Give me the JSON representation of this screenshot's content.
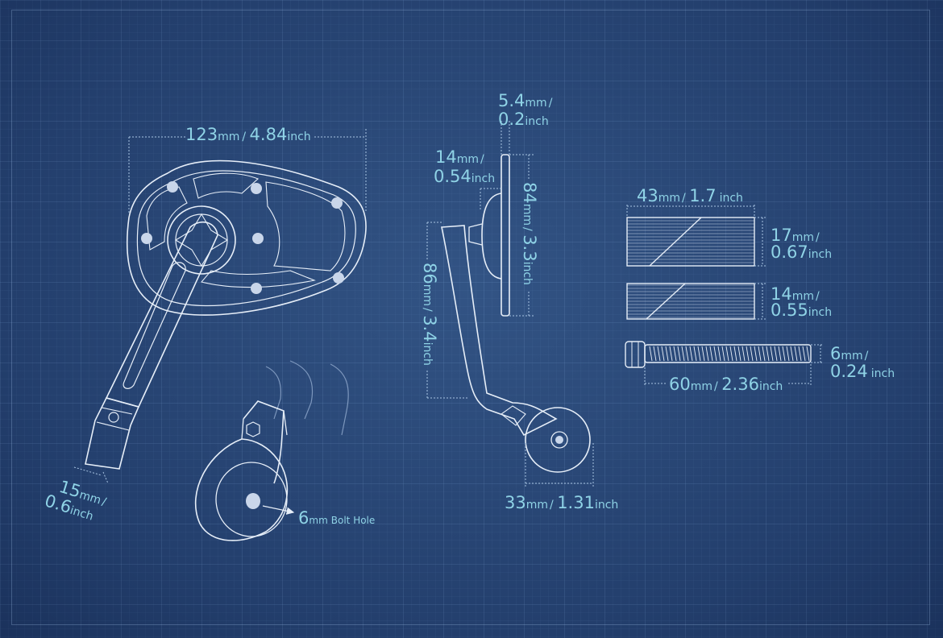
{
  "colors": {
    "background": "#284676",
    "line": "#e6eef8",
    "dimension_line": "#a8c4e2",
    "label": "#8fd3e6"
  },
  "front_view": {
    "width_dimension": {
      "mm": "123",
      "mm_unit": "mm",
      "inch": "4.84",
      "inch_unit": "inch"
    },
    "arm_dimension": {
      "mm": "15",
      "mm_unit": "mm",
      "inch": "0.6",
      "inch_unit": "inch"
    }
  },
  "clamp_detail": {
    "callout": {
      "value": "6",
      "unit": "mm",
      "text": "Bolt Hole"
    }
  },
  "side_view": {
    "glass_thickness": {
      "mm": "5.4",
      "mm_unit": "mm",
      "inch": "0.2",
      "inch_unit": "inch"
    },
    "mount_depth": {
      "mm": "14",
      "mm_unit": "mm",
      "inch": "0.54",
      "inch_unit": "inch"
    },
    "mirror_height": {
      "mm": "84",
      "mm_unit": "mm",
      "inch": "3.3",
      "inch_unit": "inch"
    },
    "arm_height": {
      "mm": "86",
      "mm_unit": "mm",
      "inch": "3.4",
      "inch_unit": "inch"
    },
    "clamp_width": {
      "mm": "33",
      "mm_unit": "mm",
      "inch": "1.31",
      "inch_unit": "inch"
    }
  },
  "parts": {
    "spacer_width": {
      "mm": "43",
      "mm_unit": "mm",
      "inch": "1.7",
      "inch_unit": "inch"
    },
    "spacer_large": {
      "mm": "17",
      "mm_unit": "mm",
      "inch": "0.67",
      "inch_unit": "inch"
    },
    "spacer_small": {
      "mm": "14",
      "mm_unit": "mm",
      "inch": "0.55",
      "inch_unit": "inch"
    },
    "bolt_diameter": {
      "mm": "6",
      "mm_unit": "mm",
      "inch": "0.24",
      "inch_unit": "inch"
    },
    "bolt_length": {
      "mm": "60",
      "mm_unit": "mm",
      "inch": "2.36",
      "inch_unit": "inch"
    }
  }
}
